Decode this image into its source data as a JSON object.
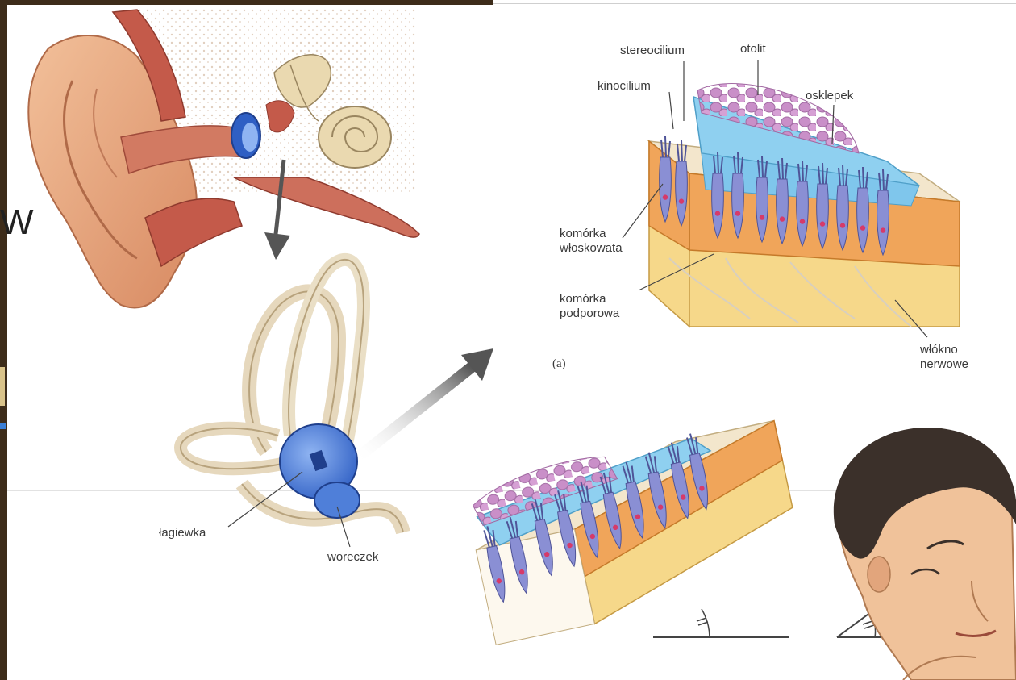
{
  "labels": {
    "stereocilium": "stereocilium",
    "otolit": "otolit",
    "kinocilium": "kinocilium",
    "osklepek": "osklepek",
    "komorka_wloskowata": "komórka włoskowata",
    "komorka_podporowa": "komórka podporowa",
    "panel_a": "(a)",
    "wlokno_nerwowe": "włókno nerwowe",
    "lagiewka": "łagiewka",
    "woreczek": "woreczek"
  },
  "left_edge_glyph": "W",
  "colors": {
    "frame": "#3d2c1a",
    "skin": "#e9b08a",
    "muscle": "#c45a4a",
    "bone": "#e8dcc4",
    "labyrinth_blue": "#3d6fd1",
    "otolith_pink": "#c98fc8",
    "gel_blue": "#8fd0f0",
    "tissue_orange": "#f0a55a",
    "base_yellow": "#f6d88a",
    "hair_cell": "#8a8fd4",
    "nucleus": "#d63a6a",
    "arrow_gray": "#555555"
  },
  "icons": {
    "arrow_down": "arrow-down-icon",
    "arrow_diag": "arrow-diagonal-icon"
  }
}
